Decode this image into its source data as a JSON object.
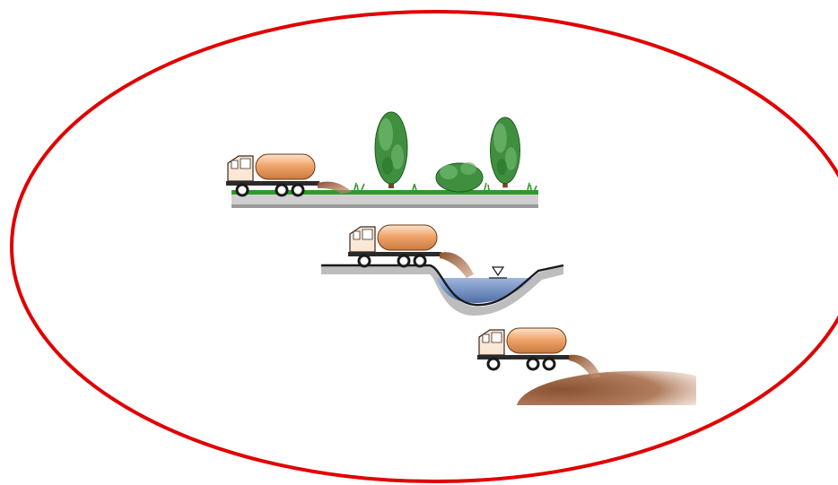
{
  "figure": {
    "kind": "illustration",
    "scenes": [
      {
        "id": "land",
        "subject": "tanker-truck-discharging-onto-vegetated-ground"
      },
      {
        "id": "water",
        "subject": "tanker-truck-discharging-into-water-channel"
      },
      {
        "id": "pit",
        "subject": "tanker-truck-discharging-into-waste-pool"
      }
    ]
  },
  "colors": {
    "outline_ellipse": "#e10000",
    "truck_cab": "#fbe7d6",
    "truck_tank": "#f0a56a",
    "truck_tank_highlight": "#fde3cc",
    "chassis": "#2a2a2a",
    "wheel": "#1a1a1a",
    "grass": "#2e9a2e",
    "soil": "#cfcfcf",
    "soil_shadow": "#9a9a9a",
    "tree_foliage": "#3f8f3f",
    "tree_foliage_light": "#6cb46c",
    "water": "#6f8fc4",
    "discharge": "#9a5a32",
    "waste_pool": "#a16b49"
  }
}
